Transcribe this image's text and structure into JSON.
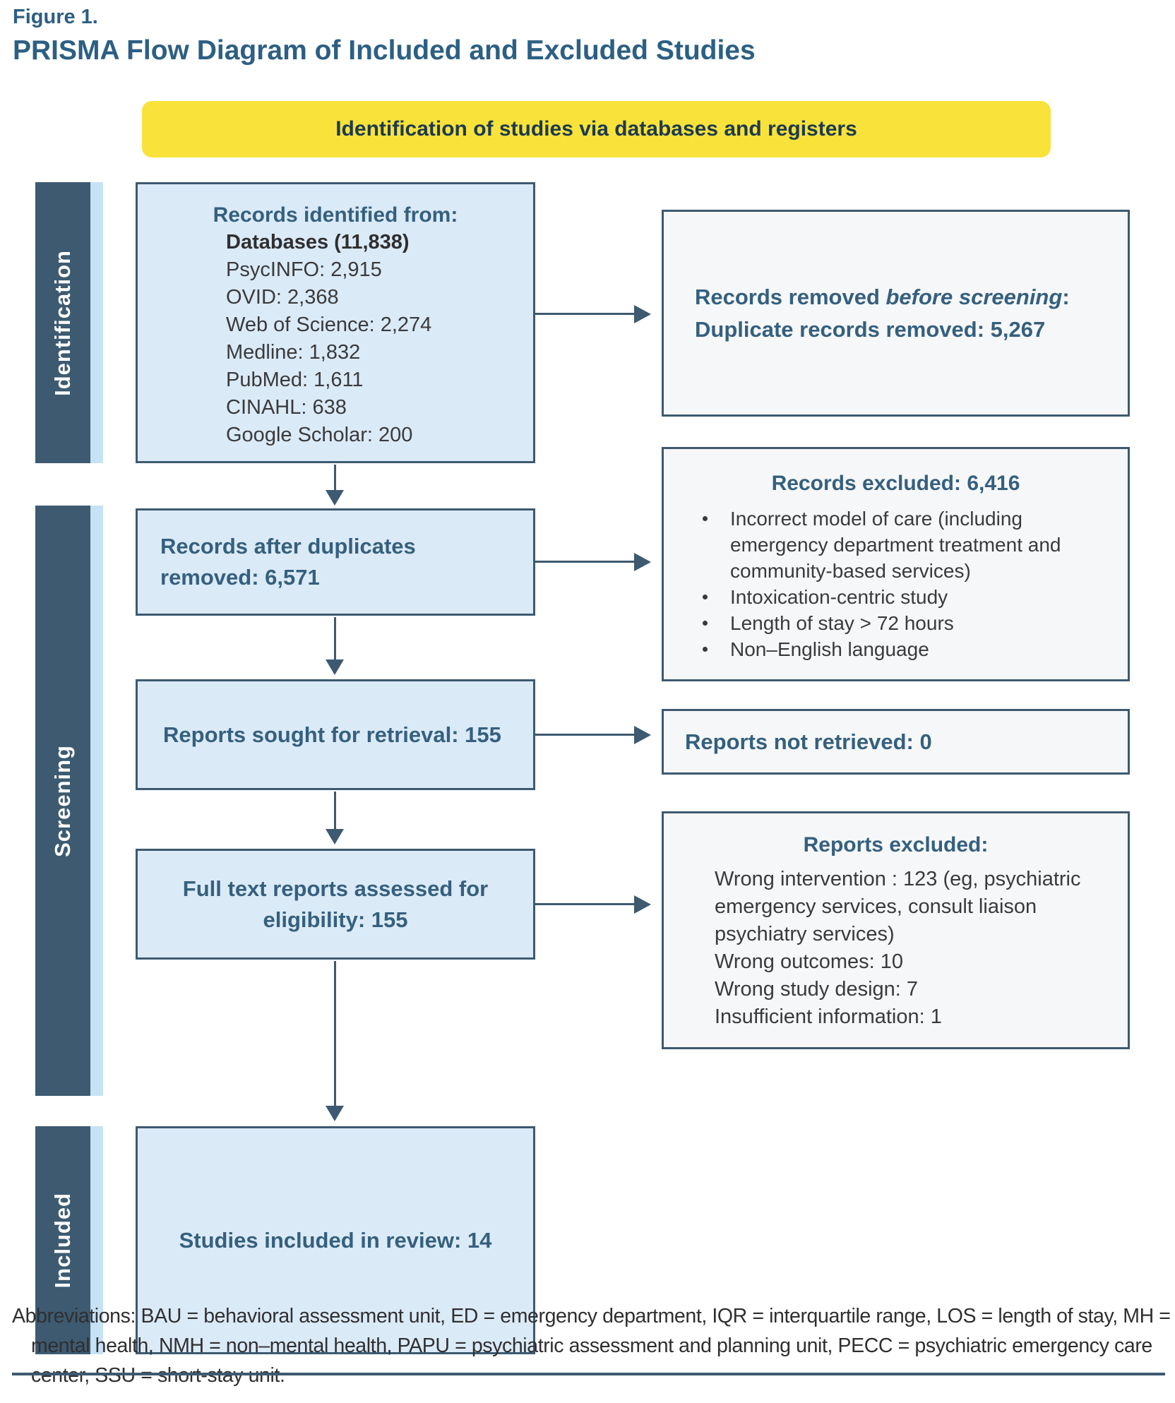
{
  "figure": {
    "label": "Figure 1.",
    "title": "PRISMA Flow Diagram of Included and Excluded Studies"
  },
  "banner": {
    "text": "Identification of studies via databases and registers"
  },
  "stages": [
    {
      "label": "Identification"
    },
    {
      "label": "Screening"
    },
    {
      "label": "Included"
    }
  ],
  "boxes": {
    "records_identified": {
      "heading": "Records identified from:",
      "subheading": "Databases (11,838)",
      "items": [
        "PsycINFO: 2,915",
        "OVID: 2,368",
        "Web of Science: 2,274",
        "Medline: 1,832",
        "PubMed: 1,611",
        "CINAHL: 638",
        "Google Scholar: 200"
      ]
    },
    "records_removed": {
      "line1_prefix": "Records removed ",
      "line1_italic": "before screening",
      "line1_suffix": ":",
      "line2": "Duplicate records removed: 5,267"
    },
    "records_after_duplicates": {
      "text": "Records after duplicates removed: 6,571"
    },
    "records_excluded": {
      "heading": "Records excluded: 6,416",
      "bullets": [
        "Incorrect model of care (including emergency department treatment and community-based services)",
        "Intoxication-centric study",
        "Length of stay > 72 hours",
        "Non–English language"
      ]
    },
    "reports_sought": {
      "text": "Reports sought for retrieval: 155"
    },
    "reports_not_retrieved": {
      "text": "Reports not retrieved: 0"
    },
    "full_text_assessed": {
      "text": "Full text reports assessed for eligibility: 155"
    },
    "reports_excluded": {
      "heading": "Reports excluded:",
      "lines": [
        "Wrong intervention : 123 (eg, psychiatric emergency services, consult liaison psychiatry services)",
        "Wrong outcomes: 10",
        "Wrong study design: 7",
        "Insufficient information: 1"
      ]
    },
    "studies_included": {
      "text": "Studies included in review: 14"
    }
  },
  "footnote": "Abbreviations: BAU = behavioral assessment unit, ED = emergency department, IQR = interquartile range, LOS = length of stay, MH = mental health, NMH = non–mental health, PAPU = psychiatric assessment and planning unit, PECC = psychiatric emergency care center, SSU = short-stay unit.",
  "colors": {
    "accent_dark_blue": "#3d5a70",
    "heading_blue": "#35607e",
    "title_blue": "#2c5f83",
    "light_blue_fill": "#dbeaf7",
    "light_blue_stripe": "#c7e1f5",
    "gray_fill": "#f6f7f8",
    "banner_yellow": "#f9e23a",
    "body_text": "#3a3a3c"
  }
}
